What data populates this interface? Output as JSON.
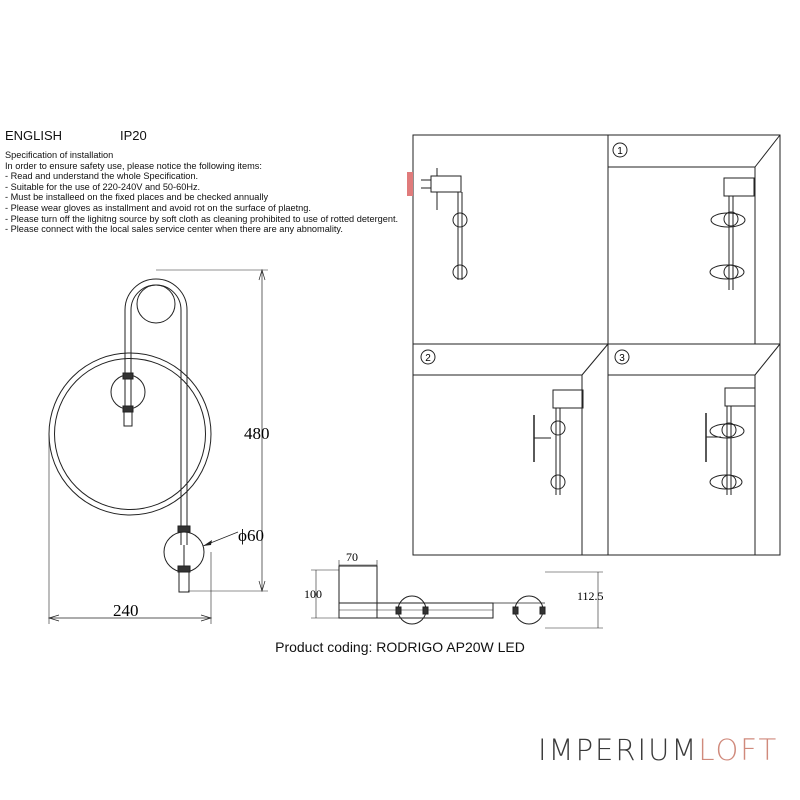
{
  "header": {
    "language": "ENGLISH",
    "ip_rating": "IP20"
  },
  "spec": {
    "lines": [
      "Specification of installation",
      "In order to ensure safety use, please notice the following items:",
      "- Read and understand the whole Specification.",
      "- Suitable for the use of 220-240V and 50-60Hz.",
      "- Must be installeed on the fixed places and be checked annually",
      "- Please wear gloves as installment and avoid rot on the surface of plaetng.",
      "- Please turn off the lighitng source by soft cloth as cleaning prohibited to use of rotted detergent.",
      "- Please connect with the local sales service center when there are any abnomality."
    ]
  },
  "dimensions": {
    "height": "480",
    "diameter": "ϕ60",
    "width": "240",
    "base_width": "70",
    "base_height": "100",
    "depth": "112.5"
  },
  "steps": [
    "1",
    "2",
    "3"
  ],
  "footer": {
    "product_coding": "Product coding: RODRIGO AP20W LED"
  },
  "logo": {
    "part1": "IMPERIUM",
    "part2": "LOFT"
  },
  "colors": {
    "line": "#222222",
    "wall_mark": "#e07b7b",
    "logo_dark": "#3a3a3a",
    "logo_accent": "#d08a7c"
  }
}
